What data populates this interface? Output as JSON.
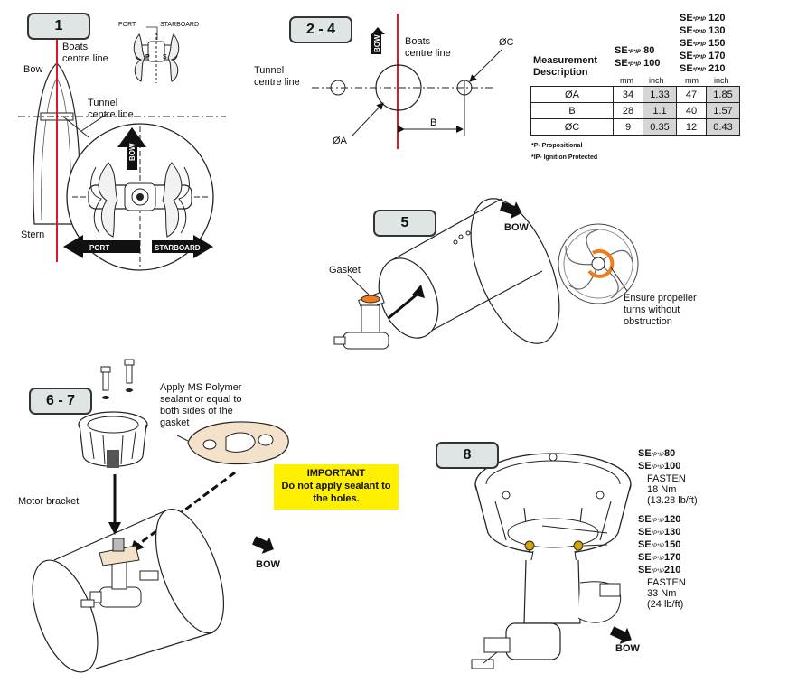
{
  "steps": {
    "s1": "1",
    "s24": "2 - 4",
    "s5": "5",
    "s67": "6 - 7",
    "s8": "8"
  },
  "step1": {
    "port_top": "PORT",
    "starboard_top": "STARBOARD",
    "p": "P",
    "s": "S",
    "boats_line": [
      "Boats",
      "centre line"
    ],
    "bow": "Bow",
    "tunnel_line": [
      "Tunnel",
      "centre line"
    ],
    "stern": "Stern",
    "bow_arrow": "BOW",
    "port_arrow": "PORT",
    "starboard_arrow": "STARBOARD"
  },
  "step24": {
    "bow_arrow": "BOW",
    "boats_line": [
      "Boats",
      "centre line"
    ],
    "tunnel_line": [
      "Tunnel",
      "centre line"
    ],
    "dim_c": "ØC",
    "dim_a": "ØA",
    "dim_b": "B"
  },
  "table": {
    "models_large": [
      "120",
      "130",
      "150",
      "170",
      "210"
    ],
    "models_small": [
      "80",
      "100"
    ],
    "se_prefix": "SE",
    "se_infix": "*P*IP",
    "desc": [
      "Measurement",
      "Description"
    ],
    "units": [
      "mm",
      "inch",
      "mm",
      "inch"
    ],
    "rows": [
      {
        "name": "ØA",
        "v": [
          "34",
          "1.33",
          "47",
          "1.85"
        ]
      },
      {
        "name": "B",
        "v": [
          "28",
          "1.1",
          "40",
          "1.57"
        ]
      },
      {
        "name": "ØC",
        "v": [
          "9",
          "0.35",
          "12",
          "0.43"
        ]
      }
    ],
    "notes": [
      "*P- Propositional",
      "*IP- Ignition Protected"
    ]
  },
  "step5": {
    "bow": "BOW",
    "gasket": "Gasket",
    "propeller_note": [
      "Ensure propeller",
      "turns without",
      "obstruction"
    ]
  },
  "step67": {
    "sealant": [
      "Apply MS Polymer",
      "sealant or equal to",
      "both sides of the",
      "gasket"
    ],
    "important_title": "IMPORTANT",
    "important_text": [
      "Do not apply sealant to",
      "the holes."
    ],
    "motor_bracket": "Motor bracket",
    "bow": "BOW"
  },
  "step8": {
    "group1_models": [
      "80",
      "100"
    ],
    "group1_fasten": "FASTEN",
    "group1_torque": "18 Nm",
    "group1_imperial": "(13.28 lb/ft)",
    "group2_models": [
      "120",
      "130",
      "150",
      "170",
      "210"
    ],
    "group2_fasten": "FASTEN",
    "group2_torque": "33 Nm",
    "group2_imperial": "(24 lb/ft)",
    "bow": "BOW"
  },
  "colors": {
    "centre_line": "#d7192b",
    "highlight": "#ffef00",
    "step_box": "#dfe4e4",
    "table_shade": "#d6d6d6",
    "orange": "#f07d1d"
  }
}
